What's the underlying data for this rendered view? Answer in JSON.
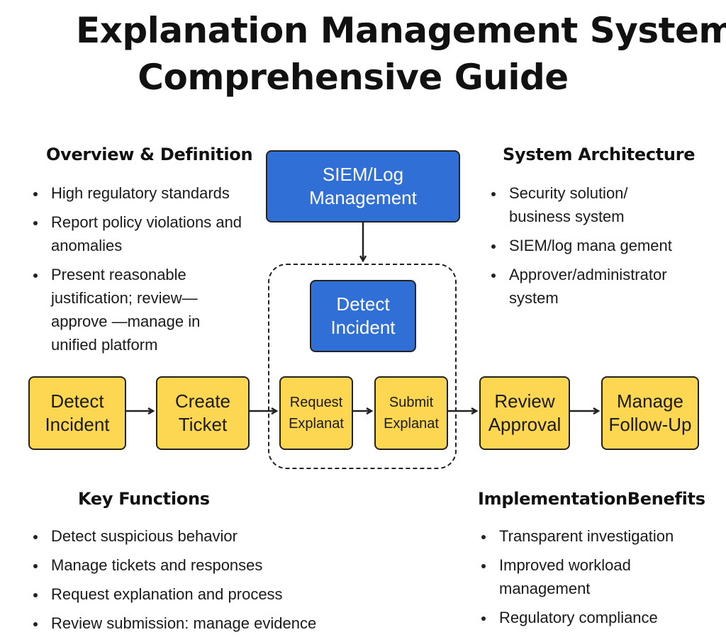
{
  "title": {
    "line1": "Explanation Management System",
    "line2": "Comprehensive Guide"
  },
  "overview": {
    "heading": "Overview & Definition",
    "items": [
      "High regulatory standards",
      "Report policy violations and anomalies",
      "Present reasonable justification; review—approve —manage in unified platform"
    ]
  },
  "architecture": {
    "heading": "System Architecture",
    "items": [
      "Security solution/ business system",
      "SIEM/log mana gement",
      "Approver/administrator system"
    ]
  },
  "key_functions": {
    "heading": "Key Functions",
    "items": [
      "Detect suspicious behavior",
      "Manage tickets and responses",
      "Request explanation and process",
      "Review submission: manage evidence"
    ]
  },
  "benefits": {
    "heading": "ImplementationBenefits",
    "items": [
      "Transparent investigation",
      "Improved workload management",
      "Regulatory compliance"
    ]
  },
  "flow": {
    "siem": "SIEM/Log Management",
    "detect_center": "Detect Incident",
    "steps": [
      {
        "label": "Detect Incident"
      },
      {
        "label": "Create Ticket"
      },
      {
        "label": "Request\nExplanat"
      },
      {
        "label": "Submit\nExplanat"
      },
      {
        "label": "Review Approval"
      },
      {
        "label": "Manage Follow-Up"
      }
    ]
  },
  "colors": {
    "step_fill": "#fdd652",
    "system_fill": "#2f6fd6",
    "outline": "#222222"
  }
}
